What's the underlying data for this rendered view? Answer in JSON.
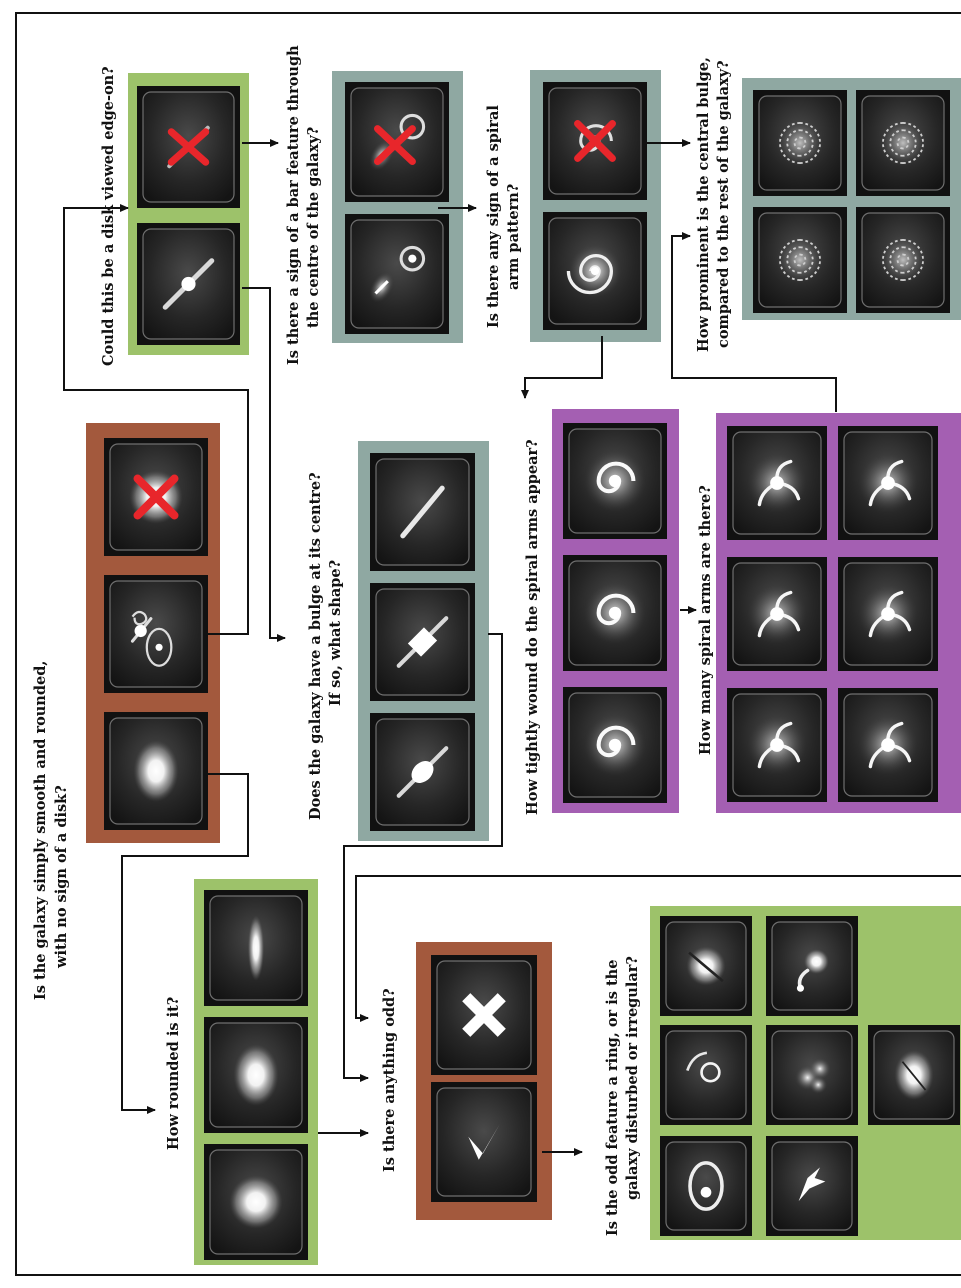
{
  "colors": {
    "green": "#9dc26a",
    "brown": "#a3593d",
    "teal": "#8fa8a2",
    "purple": "#a45fb2",
    "border": "#111111",
    "cross": "#e8262b",
    "tile": "#1a1a1a"
  },
  "questions": {
    "smooth": [
      "Is the galaxy simply smooth and rounded,",
      "with no sign of a disk?"
    ],
    "edge_on": [
      "Could this be a disk viewed edge-on?"
    ],
    "bar": [
      "Is there a sign of a bar feature through",
      "the centre of the galaxy?"
    ],
    "spiral": [
      "Is there any sign of a spiral",
      "arm pattern?"
    ],
    "bulge_prominence": [
      "How prominent is the central bulge,",
      "compared to the rest of the galaxy?"
    ],
    "bulge_shape": [
      "Does the galaxy have a bulge at its centre?",
      "If so, what shape?"
    ],
    "arm_winding": [
      "How tightly wound do the spiral arms appear?"
    ],
    "arm_count": [
      "How many spiral arms are there?"
    ],
    "roundness": [
      "How rounded is it?"
    ],
    "odd": [
      "Is there anything odd?"
    ],
    "odd_feature": [
      "Is the odd feature a ring, or is the",
      "galaxy disturbed or irregular?"
    ]
  },
  "icons": {
    "smooth": [
      "smooth-elliptical-galaxy-icon",
      "features-or-disk-galaxy-icon",
      "star-artifact-crossed-icon"
    ],
    "edge_on": [
      "edge-on-disk-galaxy-icon",
      "not-edge-on-crossed-icon"
    ],
    "bar": [
      "barred-galaxy-icon",
      "no-bar-crossed-icon"
    ],
    "spiral": [
      "spiral-arms-icon",
      "no-spiral-crossed-icon"
    ],
    "bulge_prominence": [
      "bulge-just-noticeable-icon",
      "no-bulge-icon",
      "bulge-obvious-icon",
      "bulge-dominant-icon"
    ],
    "bulge_shape": [
      "rounded-bulge-icon",
      "boxy-bulge-icon",
      "no-bulge-edge-on-icon"
    ],
    "arm_winding": [
      "tight-winding-icon",
      "medium-winding-icon",
      "loose-winding-icon"
    ],
    "arm_count": [
      "one-arm-icon",
      "two-arms-icon",
      "three-arms-icon",
      "four-arms-icon",
      "more-than-four-arms-icon",
      "cant-tell-arms-icon"
    ],
    "roundness": [
      "completely-round-icon",
      "in-between-round-icon",
      "cigar-shaped-icon"
    ],
    "odd": [
      "yes-odd-icon",
      "no-odd-icon"
    ],
    "odd_feature": [
      "ring-icon",
      "lens-arc-icon",
      "dust-lane-icon",
      "other-feature-icon",
      "irregular-icon",
      "disturbed-icon",
      "merger-icon",
      "overlap-icon"
    ]
  }
}
